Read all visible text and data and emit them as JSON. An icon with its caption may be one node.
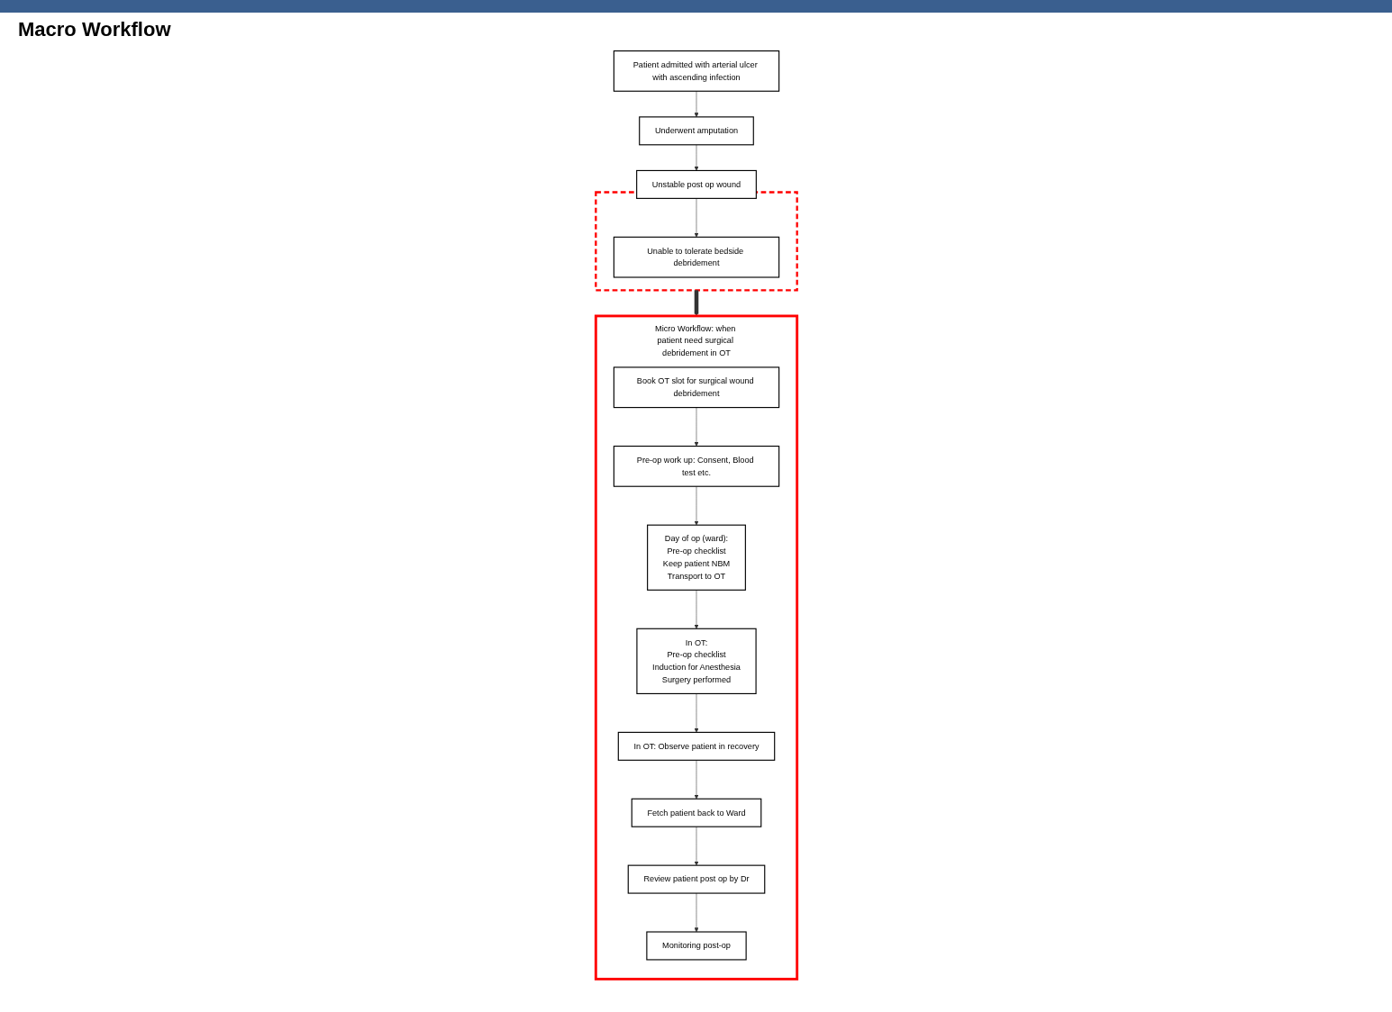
{
  "diagram": {
    "nodes": [
      {
        "text": [
          "Patient admitted with arterial ulcer with ascending infection"
        ]
      },
      {
        "text": [
          "Underwent amputation"
        ]
      },
      {
        "text": [
          "Unstable post op wound"
        ]
      },
      {
        "text": [],
        "shape": "box"
      },
      {
        "text": [
          "Unable to tolerate bedside debridement"
        ],
        "in": 3
      },
      {
        "text": [
          "Micro Workflow: when patient need surgical debridement in OT"
        ]
      },
      {
        "text": [
          "Book OT slot for surgical wound debridement"
        ],
        "in": 5
      },
      {
        "text": [
          "Pre-op work up: Consent, Blood test etc."
        ],
        "in": 5
      },
      {
        "text": [
          "Day of op (ward):",
          "Pre-op checklist",
          "Keep patient NBM",
          "Transport to OT"
        ],
        "in": 5
      },
      {
        "text": [
          "In OT:",
          "Pre-op checklist",
          "Induction for Anesthesia",
          "Surgery performed"
        ],
        "in": 5
      },
      {
        "text": [
          "In OT: Observe patient in recovery"
        ],
        "in": 5
      },
      {
        "text": [
          "Fetch patient back to Ward"
        ],
        "in": 5
      },
      {
        "text": [
          "Review patient post op by Dr"
        ],
        "in": 5
      },
      {
        "text": [
          "Monitoring post-op"
        ],
        "in": 5
      }
    ],
    "edges": [
      {
        "from": 0,
        "to": 1,
        "arrow": "to"
      },
      {
        "from": 1,
        "to": 2,
        "arrow": "to"
      },
      {
        "from": 2,
        "to": 4,
        "arrow": "to"
      },
      {
        "from": 3,
        "to": 5,
        "arrow": "to",
        "style": "thick"
      },
      {
        "from": 6,
        "to": 7,
        "arrow": "to"
      },
      {
        "from": 7,
        "to": 8,
        "arrow": "to"
      },
      {
        "from": 8,
        "to": 9,
        "arrow": "to"
      },
      {
        "from": 9,
        "to": 10,
        "arrow": "to"
      },
      {
        "from": 10,
        "to": 11,
        "arrow": "to"
      },
      {
        "from": 11,
        "to": 12,
        "arrow": "to"
      },
      {
        "from": 12,
        "to": 13,
        "arrow": "to"
      }
    ],
    "labels": [
      "Macro Workflow"
    ]
  }
}
